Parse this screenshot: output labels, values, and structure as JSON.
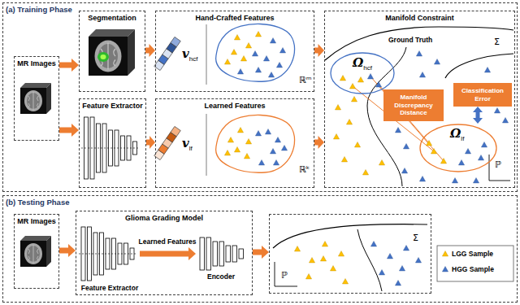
{
  "diagram": {
    "nodes": [
      {
        "text": [
          "(a) Training Phase"
        ]
      },
      {
        "text": [
          "MR Images"
        ],
        "in": 0
      },
      {
        "text": [
          "Segmentation"
        ],
        "in": 0
      },
      {
        "text": [
          "Feature Extractor"
        ],
        "in": 0
      },
      {
        "text": [
          "Hand-Crafted Features",
          "vhcf",
          "ℝᵐ"
        ],
        "in": 0
      },
      {
        "text": [
          "Learned Features",
          "vlf",
          "ℝᵏ"
        ],
        "in": 0
      },
      {
        "text": [
          "Manifold Constraint"
        ],
        "in": 0
      },
      {
        "text": [
          "Ωhcf"
        ],
        "in": 6
      },
      {
        "text": [
          "Manifold Discrepancy Distance"
        ],
        "in": 6
      },
      {
        "text": [
          "Classification Error"
        ],
        "in": 6
      },
      {
        "text": [
          "Ωlf"
        ],
        "in": 6
      },
      {
        "text": [
          "(b) Testing Phase"
        ]
      },
      {
        "text": [
          "MR Images"
        ],
        "in": 11
      },
      {
        "text": [
          "Glioma Grading Model"
        ],
        "in": 11
      },
      {
        "text": [
          "Σ",
          "ℙ"
        ],
        "in": 11
      }
    ],
    "edges": [
      {
        "from": 1,
        "to": 2,
        "arrow": "to"
      },
      {
        "from": 1,
        "to": 3,
        "arrow": "to"
      },
      {
        "from": 2,
        "to": 4,
        "arrow": "to"
      },
      {
        "from": 3,
        "to": 5,
        "arrow": "to"
      },
      {
        "from": 4,
        "to": 6,
        "arrow": "to"
      },
      {
        "from": 5,
        "to": 6,
        "arrow": "to"
      },
      {
        "from": 9,
        "to": 10,
        "arrow": "both"
      },
      {
        "from": 12,
        "to": 13,
        "arrow": "to"
      },
      {
        "from": 13,
        "to": 14,
        "arrow": "to"
      }
    ],
    "labels": [
      "Ground Truth",
      "Σ",
      "ℙ",
      "Learned Features",
      "Feature Extractor",
      "Encoder"
    ],
    "legend": [
      {
        "text": "LGG Sample"
      },
      {
        "text": "HGG Sample"
      }
    ]
  }
}
